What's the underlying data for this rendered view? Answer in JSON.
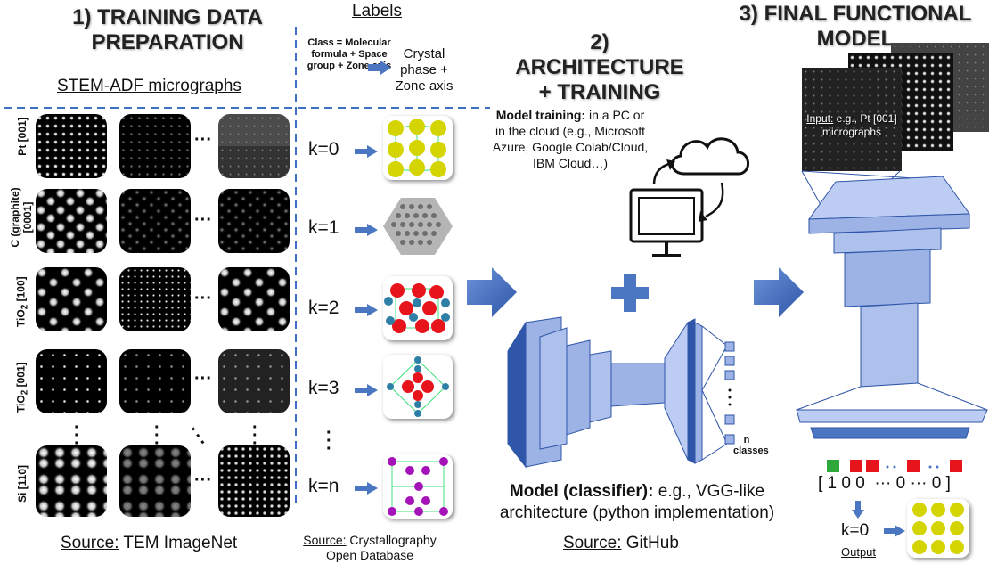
{
  "section1": {
    "title_line1": "1) TRAINING DATA",
    "title_line2": "PREPARATION",
    "micrographs_heading": "STEM-ADF micrographs",
    "rows": [
      {
        "label": "Pt [001]"
      },
      {
        "label": "C (graphite) [0001]"
      },
      {
        "label": "TiO2 [100]"
      },
      {
        "label": "TiO2 [001]"
      },
      {
        "label": "Si [110]"
      }
    ],
    "source_prefix": "Source:",
    "source_text": " TEM ImageNet"
  },
  "labels": {
    "heading": "Labels",
    "class_def": "Class = Molecular formula + Space group + Zone axis",
    "mapped_to": "Crystal phase + Zone axis",
    "k_values": [
      "k=0",
      "k=1",
      "k=2",
      "k=3",
      "k=n"
    ],
    "source_prefix": "Source:",
    "source_text": " Crystallography Open Database"
  },
  "section2": {
    "title_line1": "2) ARCHITECTURE",
    "title_line2": "+ TRAINING",
    "training_bold": "Model training:",
    "training_text": " in a PC or in the cloud (e.g., Microsoft Azure, Google Colab/Cloud, IBM Cloud…)",
    "n_classes": "n classes",
    "model_bold": "Model (classifier):",
    "model_text": " e.g., VGG-like architecture (python implementation)",
    "source_prefix": "Source:",
    "source_text": " GitHub"
  },
  "section3": {
    "title_line1": "3) FINAL FUNCTIONAL",
    "title_line2": "MODEL",
    "input_prefix": "Input:",
    "input_text": " e.g., Pt [001] micrographs",
    "vector": "[ 1 0 0  ··· 0 ··· 0 ]",
    "output_k": "k=0",
    "output_label": "Output"
  },
  "colors": {
    "arrow_blue": "#4a76c2",
    "network_blue": "#9db3e6",
    "network_dark": "#2f56a8",
    "dashed_line": "#3d6fc2",
    "yellow_atom": "#d4d400",
    "red_atom": "#e8141c",
    "teal_atom": "#2e7fa6",
    "purple_atom": "#a313b8",
    "grid_green": "#3fe07a"
  }
}
